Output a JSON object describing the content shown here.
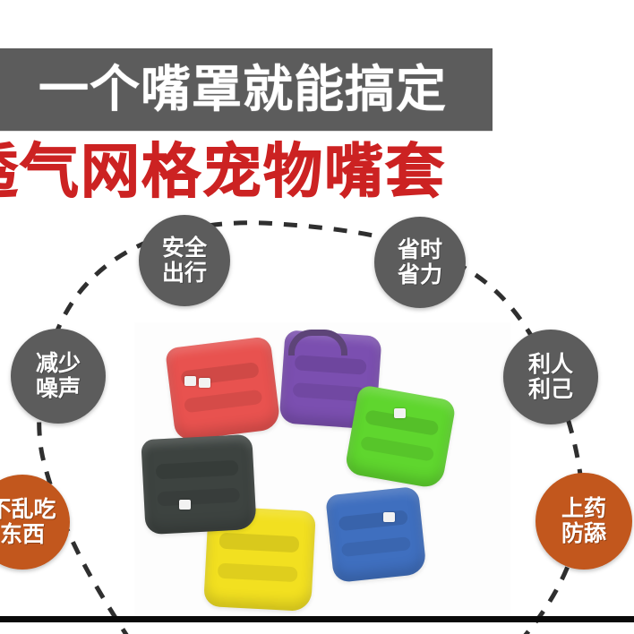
{
  "poster": {
    "banner_text": "一个嘴罩就能搞定",
    "product_title": "透气网格宠物嘴套",
    "colors": {
      "banner_bg": "#5c5c5c",
      "title_red": "#cc2222",
      "badge_gray": "#5c5c5c",
      "badge_orange": "#c2571d",
      "background": "#ffffff",
      "rule_black": "#0a0a0a"
    }
  },
  "badges": [
    {
      "line1": "安全",
      "line2": "出行",
      "style": "gray"
    },
    {
      "line1": "省时",
      "line2": "省力",
      "style": "gray"
    },
    {
      "line1": "减少",
      "line2": "噪声",
      "style": "gray"
    },
    {
      "line1": "利人",
      "line2": "利己",
      "style": "gray"
    },
    {
      "line1": "不乱吃",
      "line2": "东西",
      "style": "orange"
    },
    {
      "line1": "上药",
      "line2": "防舔",
      "style": "orange"
    }
  ],
  "product_photo": {
    "alt": "six colored mesh pet muzzles arranged in a ring",
    "items": [
      {
        "color_name": "red",
        "hex": "#e8524f"
      },
      {
        "color_name": "purple",
        "hex": "#7b4fb0"
      },
      {
        "color_name": "green",
        "hex": "#57d833"
      },
      {
        "color_name": "blue",
        "hex": "#3f6fbf"
      },
      {
        "color_name": "yellow",
        "hex": "#f2e020"
      },
      {
        "color_name": "black",
        "hex": "#3d4340"
      }
    ]
  }
}
